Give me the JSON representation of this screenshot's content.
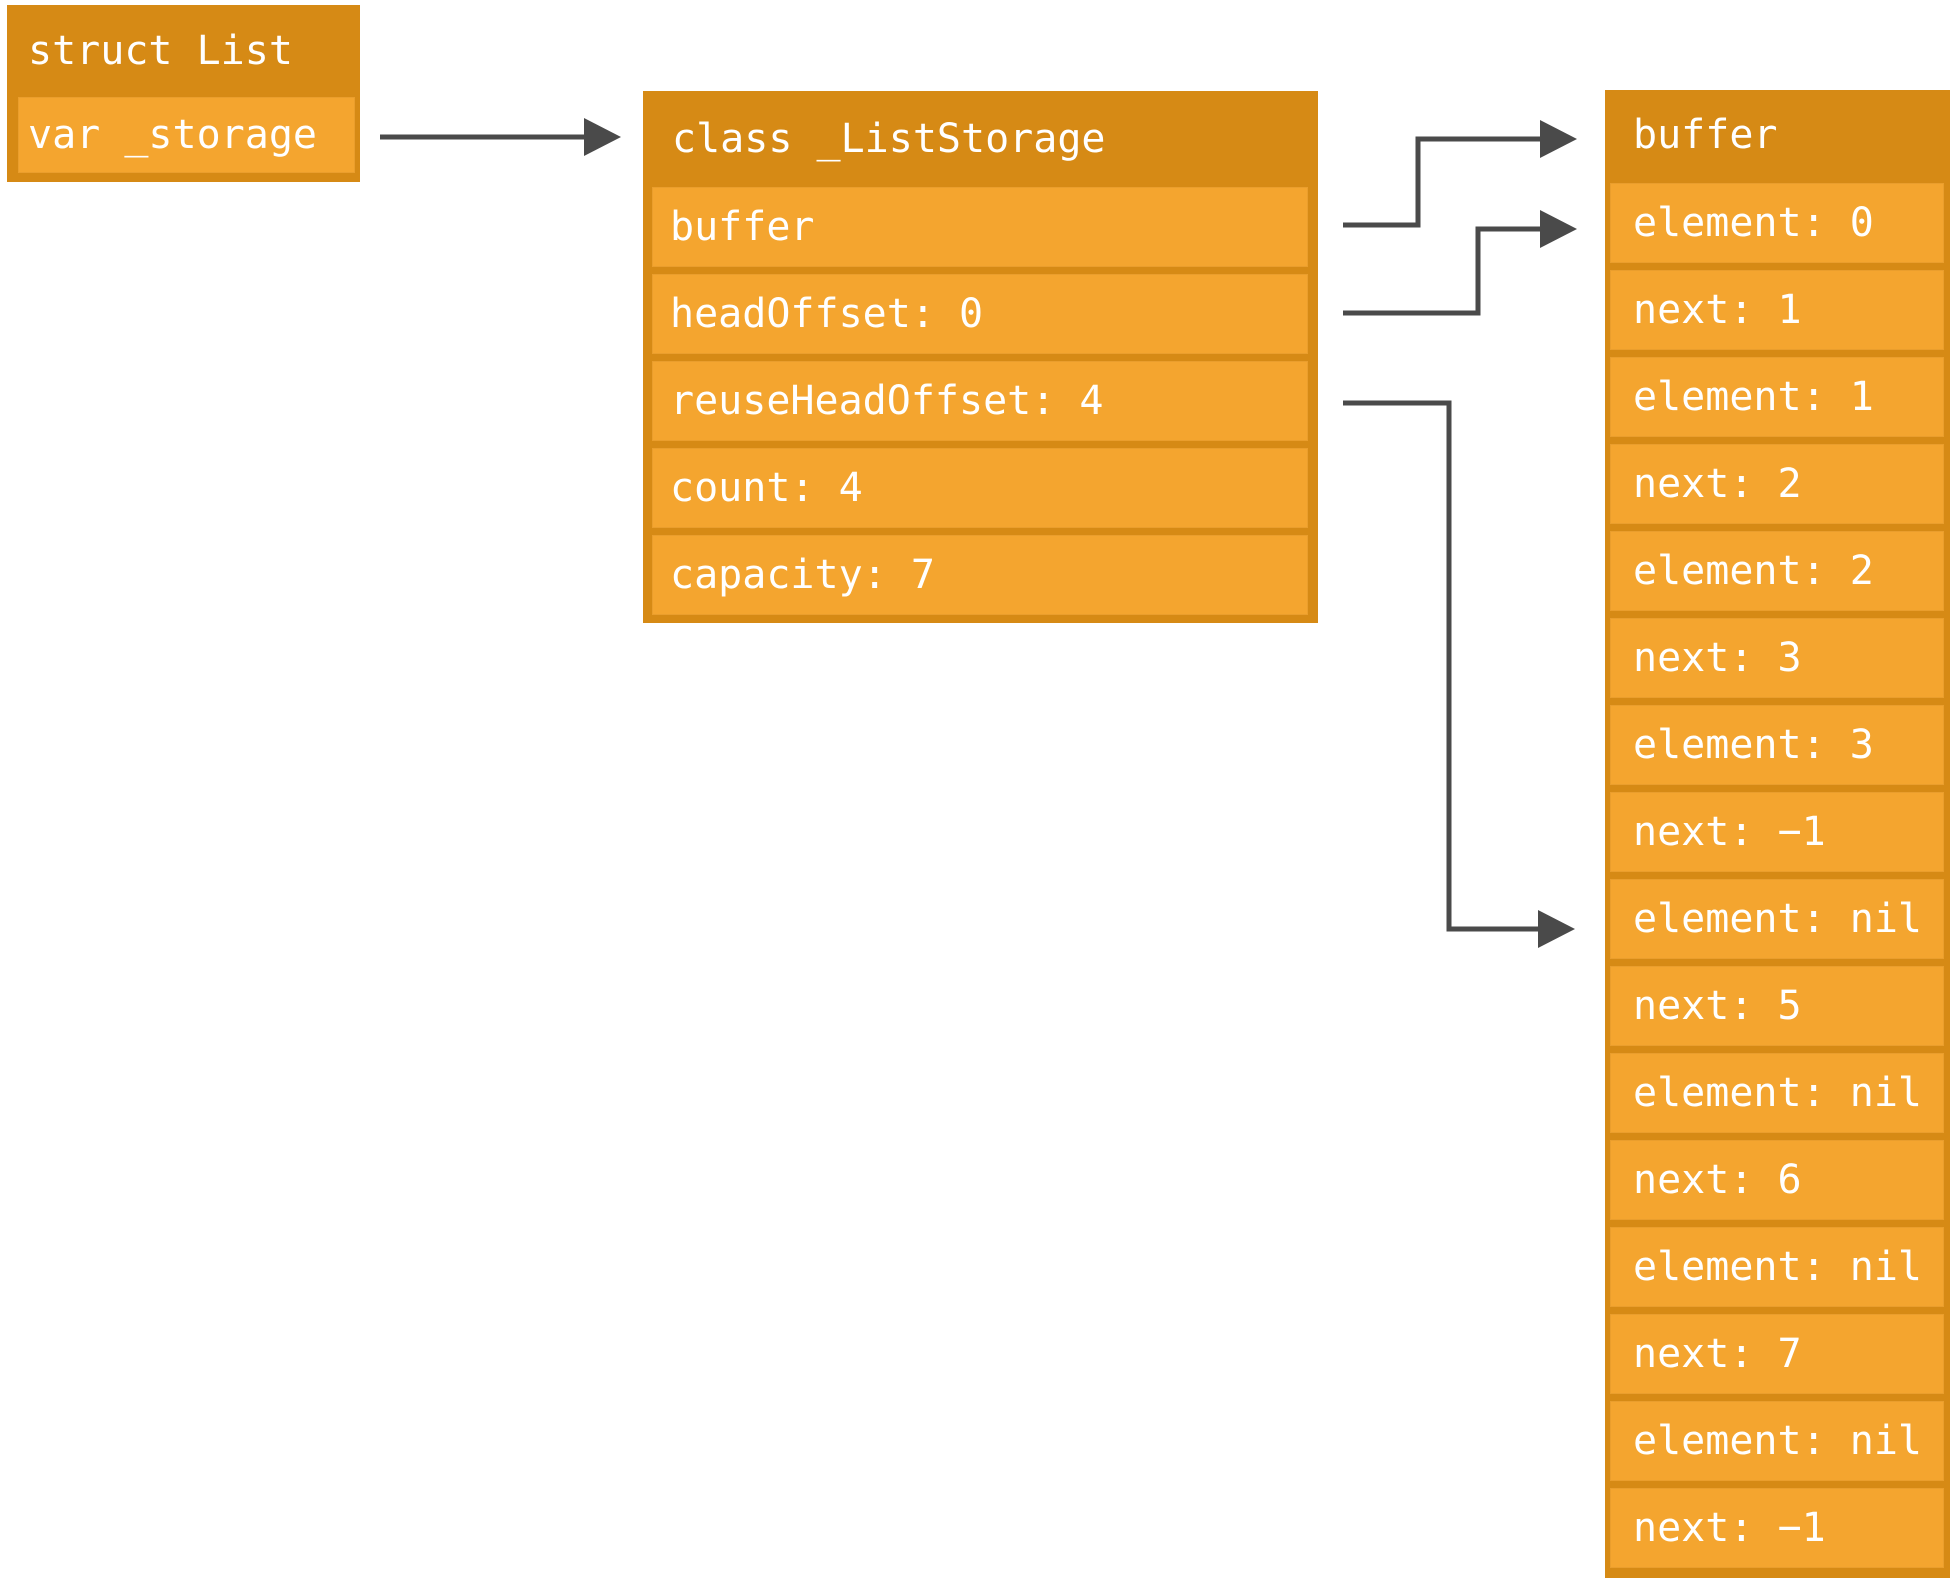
{
  "colors": {
    "container_bg": "#D68A15",
    "row_bg": "#F4A52F",
    "arrow": "#4A4A4A",
    "text": "#FFFFFF",
    "canvas_bg": "#FFFFFF"
  },
  "list_box": {
    "title": "struct List",
    "rows": [
      "var _storage"
    ]
  },
  "storage_box": {
    "title": "class _ListStorage",
    "rows": [
      "buffer",
      "headOffset: 0",
      "reuseHeadOffset: 4",
      "count: 4",
      "capacity: 7"
    ]
  },
  "buffer_box": {
    "title": "buffer",
    "rows": [
      "element: 0",
      "next: 1",
      "element: 1",
      "next: 2",
      "element: 2",
      "next: 3",
      "element: 3",
      "next: −1",
      "element: nil",
      "next: 5",
      "element: nil",
      "next: 6",
      "element: nil",
      "next: 7",
      "element: nil",
      "next: −1"
    ]
  },
  "arrows": [
    {
      "from": "var _storage",
      "to": "class _ListStorage"
    },
    {
      "from": "buffer (storage field)",
      "to": "buffer (array header)"
    },
    {
      "from": "headOffset: 0",
      "to": "element: 0"
    },
    {
      "from": "reuseHeadOffset: 4",
      "to": "element: nil (slot 4)"
    }
  ]
}
